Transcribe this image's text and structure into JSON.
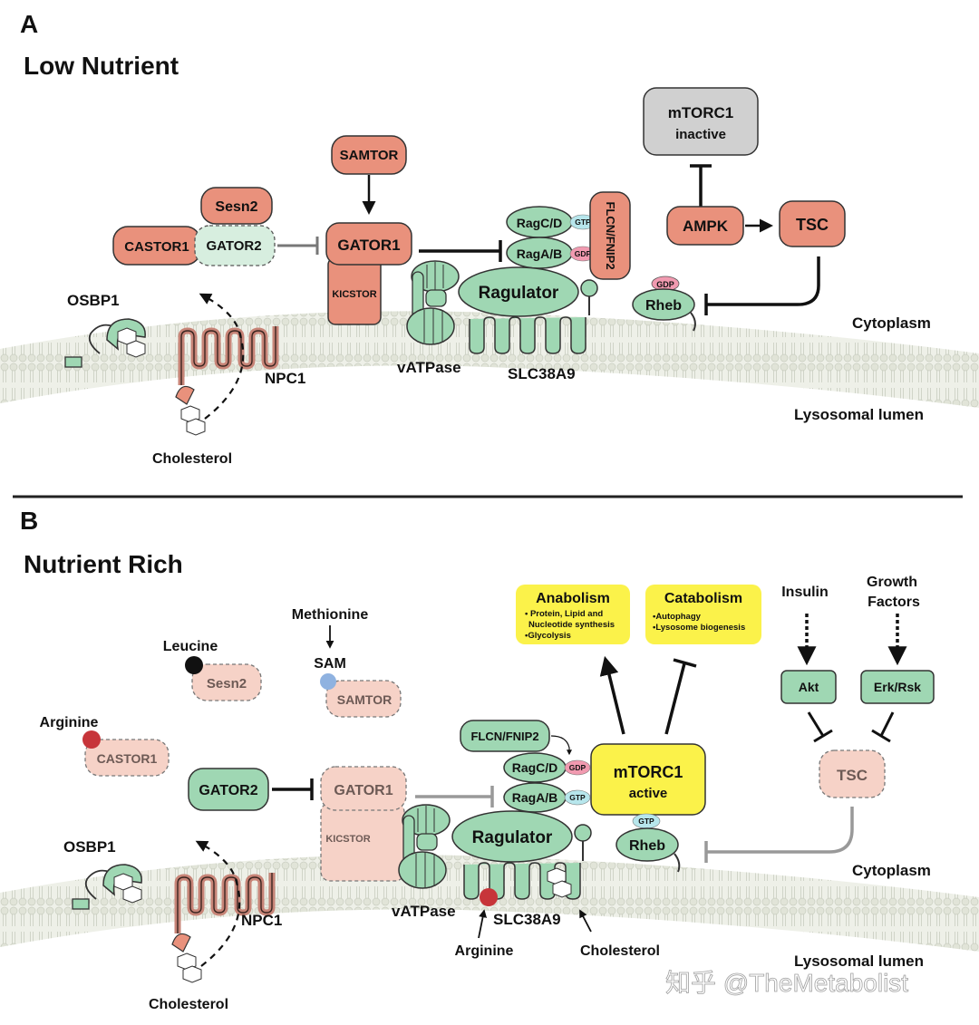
{
  "colors": {
    "salmon": "#e9917c",
    "salmon_faded": "#f6d2c7",
    "green": "#9fd7b3",
    "green_light": "#d7eedf",
    "yellow": "#fbf24a",
    "gray_box": "#d0d0d0",
    "gdp": "#f19ab0",
    "gtp": "#b7e6ec",
    "membrane": "#e4e7dc",
    "red_dot": "#c7353a",
    "blue_dot": "#8fb2e0"
  },
  "panel_a": {
    "letter": "A",
    "title": "Low Nutrient",
    "nodes": {
      "mtorc1": "mTORC1",
      "mtorc1_state": "inactive",
      "samtor": "SAMTOR",
      "sesn2": "Sesn2",
      "castor1": "CASTOR1",
      "gator2": "GATOR2",
      "gator1": "GATOR1",
      "kicstor": "KICSTOR",
      "ragcd": "RagC/D",
      "ragab": "RagA/B",
      "gtp": "GTP",
      "gdp": "GDP",
      "flcn": "FLCN/FNIP2",
      "ragulator": "Ragulator",
      "ampk": "AMPK",
      "tsc": "TSC",
      "rheb": "Rheb",
      "rheb_gdp": "GDP",
      "osbp1": "OSBP1",
      "npc1": "NPC1",
      "vatpase": "vATPase",
      "slc38a9": "SLC38A9",
      "cholesterol": "Cholesterol",
      "cytoplasm": "Cytoplasm",
      "lumen": "Lysosomal lumen"
    }
  },
  "panel_b": {
    "letter": "B",
    "title": "Nutrient Rich",
    "nodes": {
      "anabolism": "Anabolism",
      "anabolism_items": [
        "• Protein, Lipid and",
        "Nucleotide synthesis",
        "•Glycolysis"
      ],
      "catabolism": "Catabolism",
      "catabolism_items": [
        "•Autophagy",
        "•Lysosome biogenesis"
      ],
      "insulin": "Insulin",
      "growth_factors_1": "Growth",
      "growth_factors_2": "Factors",
      "akt": "Akt",
      "erk": "Erk/Rsk",
      "tsc": "TSC",
      "methionine": "Methionine",
      "sam": "SAM",
      "samtor": "SAMTOR",
      "leucine": "Leucine",
      "sesn2": "Sesn2",
      "arginine": "Arginine",
      "castor1": "CASTOR1",
      "gator2": "GATOR2",
      "gator1": "GATOR1",
      "kicstor": "KICSTOR",
      "flcn": "FLCN/FNIP2",
      "ragcd": "RagC/D",
      "ragab": "RagA/B",
      "gdp": "GDP",
      "gtp": "GTP",
      "mtorc1": "mTORC1",
      "mtorc1_state": "active",
      "ragulator": "Ragulator",
      "rheb": "Rheb",
      "rheb_gtp": "GTP",
      "osbp1": "OSBP1",
      "npc1": "NPC1",
      "vatpase": "vATPase",
      "slc38a9": "SLC38A9",
      "arginine_low": "Arginine",
      "cholesterol_right": "Cholesterol",
      "cholesterol_left": "Cholesterol",
      "cytoplasm": "Cytoplasm",
      "lumen": "Lysosomal lumen"
    }
  },
  "watermark": "知乎 @TheMetabolist"
}
